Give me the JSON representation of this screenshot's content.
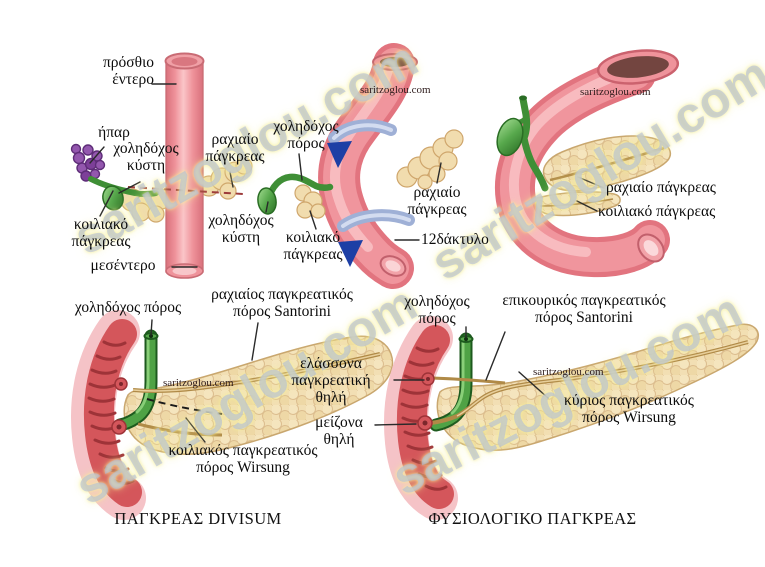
{
  "watermarks": {
    "site_small": "saritzoglou.com",
    "site_large": "saritzoglou.com"
  },
  "top_row": {
    "stage1": {
      "foregut": "πρόσθιο\nέντερο",
      "liver": "ήπαρ",
      "gallbladder": "χοληδόχος\nκύστη",
      "ventral_pancreas": "κοιλιακό\nπάγκρεας",
      "mesentery": "μεσέντερο",
      "dorsal_pancreas": "ραχιαίο\nπάγκρεας"
    },
    "stage2": {
      "bile_duct": "χοληδόχος\nπόρος",
      "gallbladder": "χοληδόχος\nκύστη",
      "ventral_pancreas": "κοιλιακό\nπάγκρεας",
      "dorsal_pancreas": "ραχιαίο\nπάγκρεας",
      "duodenum": "12δάκτυλο"
    },
    "stage3": {
      "dorsal_pancreas": "ραχιαίο πάγκρεας",
      "ventral_pancreas": "κοιλιακό πάγκρεας"
    }
  },
  "bottom_row": {
    "divisum": {
      "bile_duct": "χοληδόχος πόρος",
      "santorini_duct": "ραχιαίος παγκρεατικός\nπόρος Santorini",
      "wirsung_duct": "κοιλιακός παγκρεατικός\nπόρος Wirsung",
      "caption": "ΠΑΓΚΡΕΑΣ DIVISUM"
    },
    "papillae": {
      "minor": "ελάσσονα\nπαγκρεατική\nθηλή",
      "major": "μείζονα\nθηλή"
    },
    "normal": {
      "bile_duct": "χοληδόχος\nπόρος",
      "santorini_duct": "επικουρικός παγκρεατικός\nπόρος Santorini",
      "wirsung_duct": "κύριος παγκρεατικός\nπόρος Wirsung",
      "caption": "ΦΥΣΙΟΛΟΓΙΚΟ ΠΑΓΚΡΕΑΣ"
    }
  },
  "colors": {
    "gut_pink": "#ef939b",
    "pancreas_tan": "#f2dfb4",
    "duct_green": "#4fa245",
    "liver_purple": "#9357ae",
    "arrow_blue": "#1d3fa5",
    "watermark_blue": "#adb9de"
  }
}
